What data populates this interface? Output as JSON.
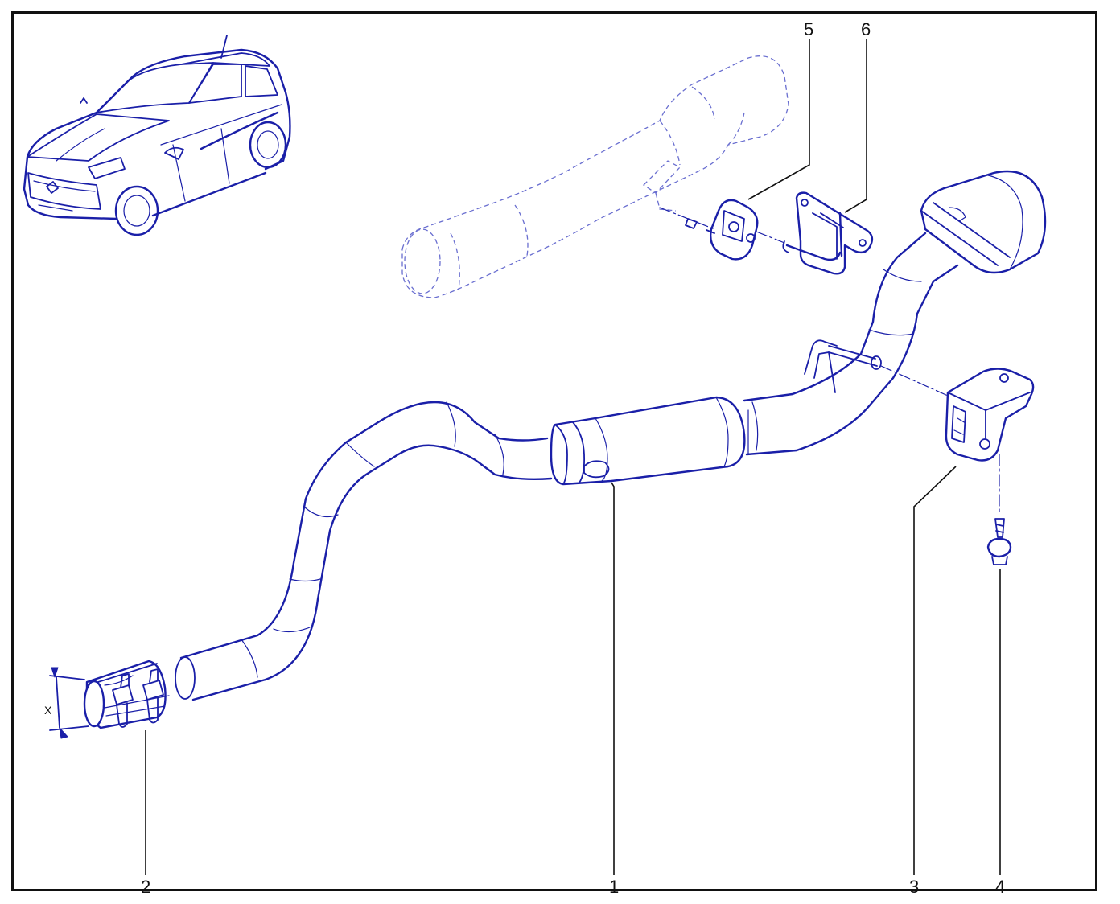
{
  "diagram": {
    "callouts": [
      {
        "id": "1",
        "text": "1"
      },
      {
        "id": "2",
        "text": "2"
      },
      {
        "id": "3",
        "text": "3"
      },
      {
        "id": "4",
        "text": "4"
      },
      {
        "id": "5",
        "text": "5"
      },
      {
        "id": "6",
        "text": "6"
      }
    ],
    "dimension_label": "X",
    "colors": {
      "line": "#1a1fa8",
      "ghost": "#6a6fd0",
      "frame": "#111111"
    }
  }
}
